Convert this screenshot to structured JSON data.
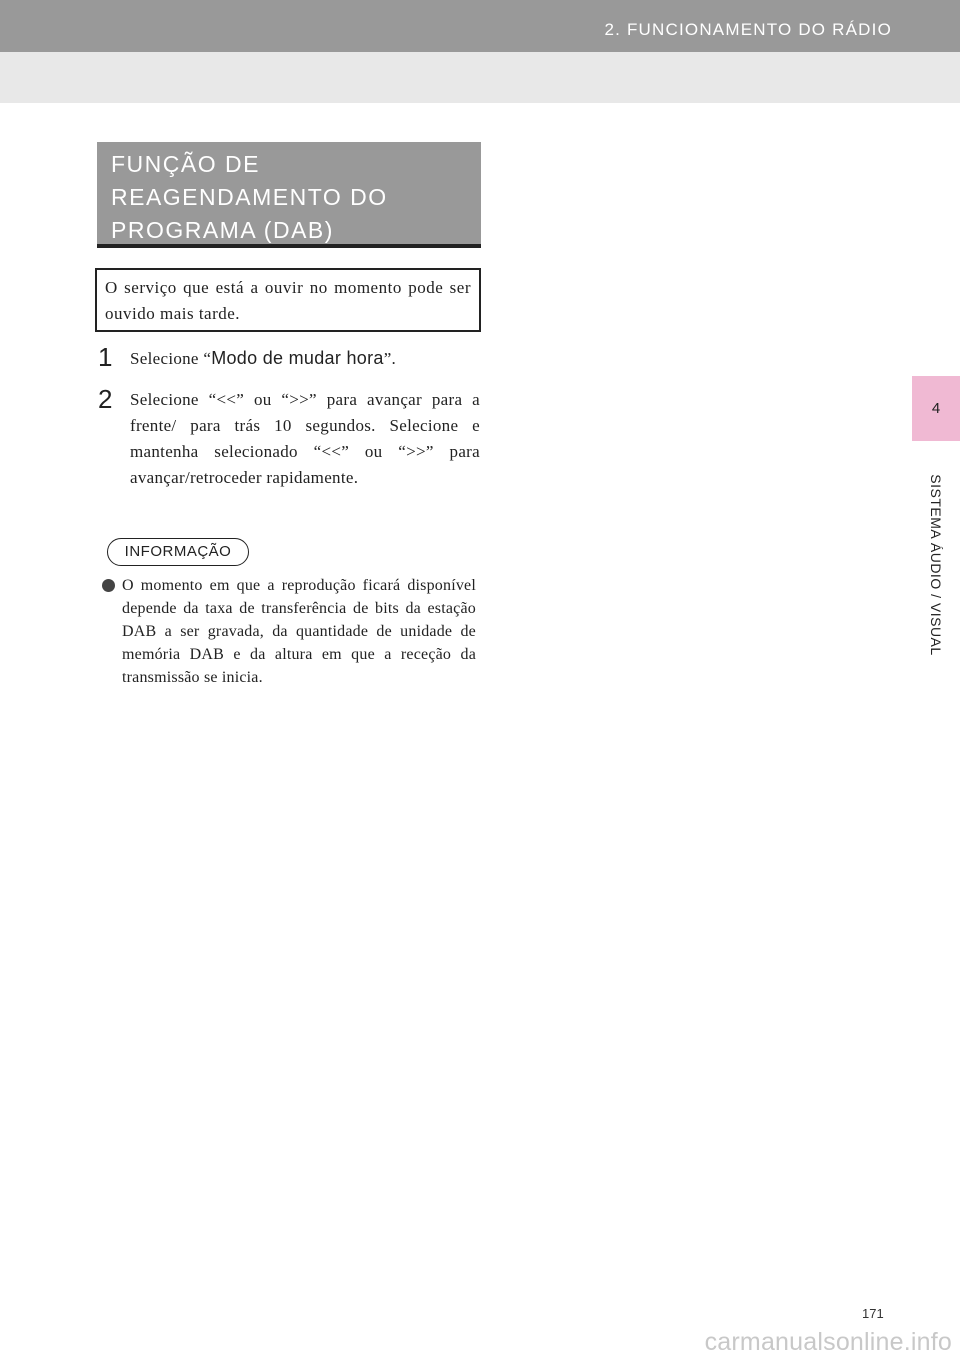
{
  "header": {
    "title": "2. FUNCIONAMENTO DO RÁDIO"
  },
  "side_tab": {
    "number": "4",
    "label": "SISTEMA ÁUDIO / VISUAL"
  },
  "section": {
    "title": "FUNÇÃO DE REAGENDAMENTO DO PROGRAMA (DAB)",
    "intro": "O serviço que está a ouvir no momento pode ser ouvido mais tarde."
  },
  "steps": [
    {
      "num": "1",
      "prefix": "Selecione “",
      "button": "Modo de mudar hora",
      "suffix": "”."
    },
    {
      "num": "2",
      "text": "Selecione “<<” ou “>>” para avançar para a frente/ para trás 10 segundos. Selecione e mantenha selecionado “<<” ou “>>” para avançar/retroceder rapidamente."
    }
  ],
  "information": {
    "label": "INFORMAÇÃO",
    "items": [
      "O momento em que a reprodução ficará disponível depende da taxa de transferência de bits da estação DAB a ser gravada, da quantidade de unidade de memória DAB e da altura em que a receção da transmissão se inicia."
    ]
  },
  "page_number": "171",
  "watermark": "carmanualsonline.info"
}
